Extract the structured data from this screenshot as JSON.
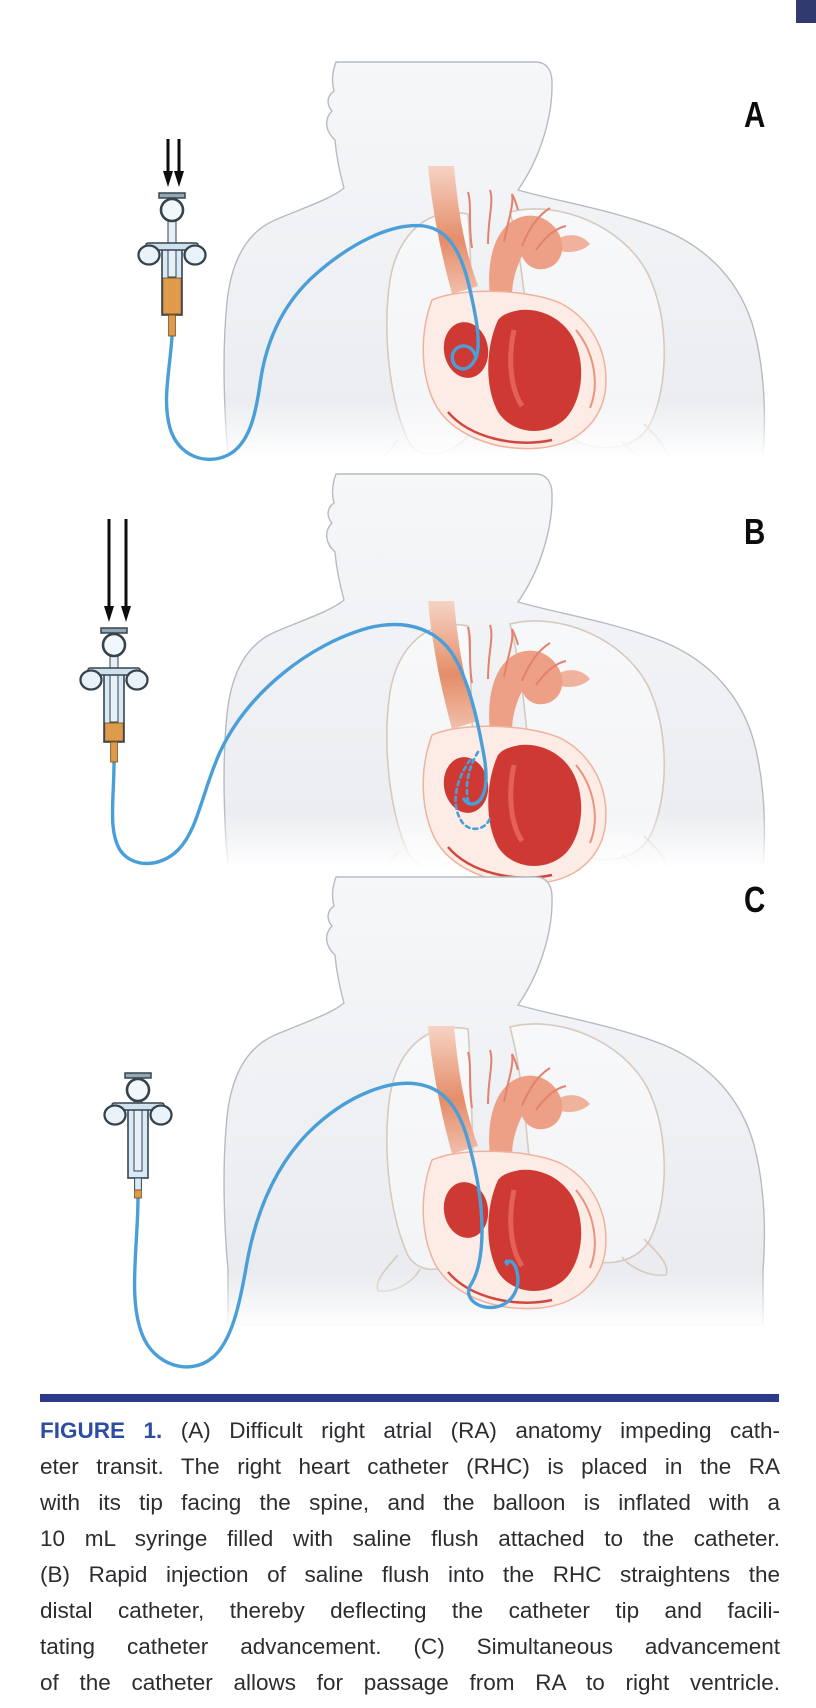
{
  "figure": {
    "panels": [
      {
        "label": "A"
      },
      {
        "label": "B"
      },
      {
        "label": "C"
      }
    ],
    "icons": {
      "arrows": "double-down-arrow",
      "syringe": "syringe",
      "catheter": "catheter-curve",
      "heart": "heart-anatomy",
      "torso": "torso-silhouette"
    }
  },
  "caption": {
    "label": "FIGURE 1.",
    "lines": [
      "(A) Difficult right atrial (RA) anatomy impeding cath-",
      "eter transit. The right heart catheter (RHC) is placed in the RA",
      "with its tip facing the spine, and the balloon is inflated with a",
      "10 mL syringe filled with saline flush attached to the catheter.",
      "(B) Rapid injection of saline flush into the RHC straightens the",
      "distal catheter, thereby deflecting the catheter tip and facili-",
      "tating catheter advancement. (C) Simultaneous advancement",
      "of the catheter allows for passage from RA to right ventricle."
    ]
  },
  "colors": {
    "rule_navy": "#2b3a8c",
    "figure_label_blue": "#2e4da2",
    "corner_navy": "#303a6c",
    "catheter_blue": "#4a9fd8",
    "fluid_orange": "#de9b4c",
    "heart_red": "#ce3a33",
    "vessel_salmon": "#e2826e",
    "text_dark": "#2c2d31"
  }
}
